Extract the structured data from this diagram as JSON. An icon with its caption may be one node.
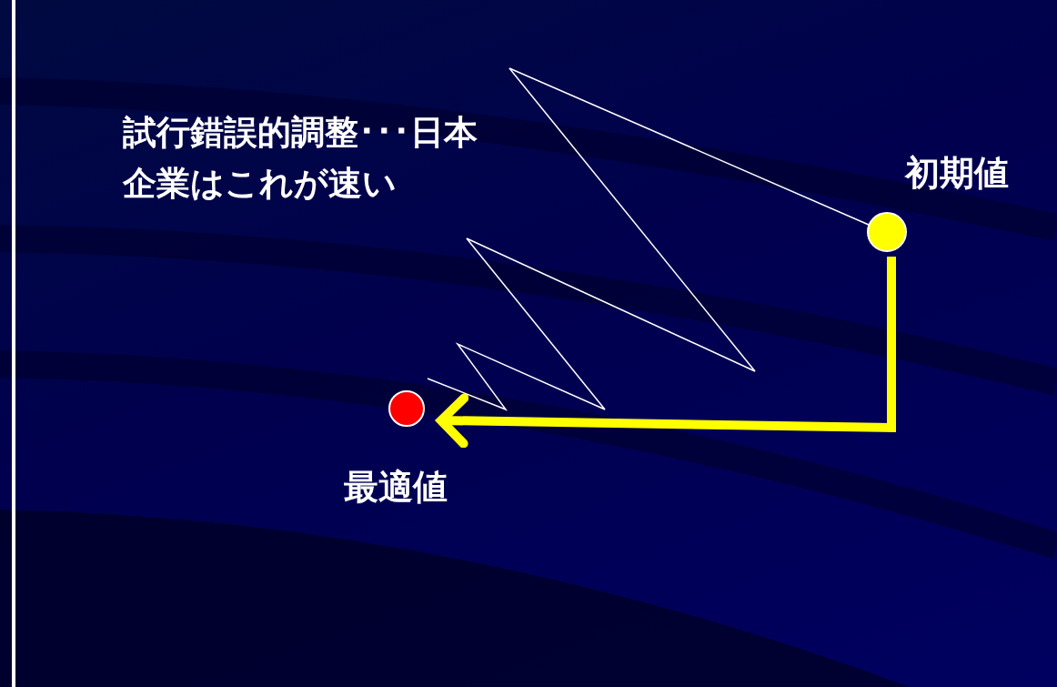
{
  "diagram": {
    "nodes": [
      {
        "text": [],
        "shape": "circle",
        "beside": [
          "初期値"
        ]
      },
      {
        "text": [],
        "shape": "circle",
        "beside": [
          "最適値"
        ]
      }
    ],
    "edges": [
      {
        "from": 0,
        "to": 1,
        "arrow": "to",
        "style": "thick",
        "color": "#ffff00"
      },
      {
        "from": 0,
        "to": 1,
        "arrow": "none",
        "color": "#ffffff"
      }
    ],
    "labels": [
      "試行錯誤的調整･･･日本企業はこれが速い"
    ]
  }
}
